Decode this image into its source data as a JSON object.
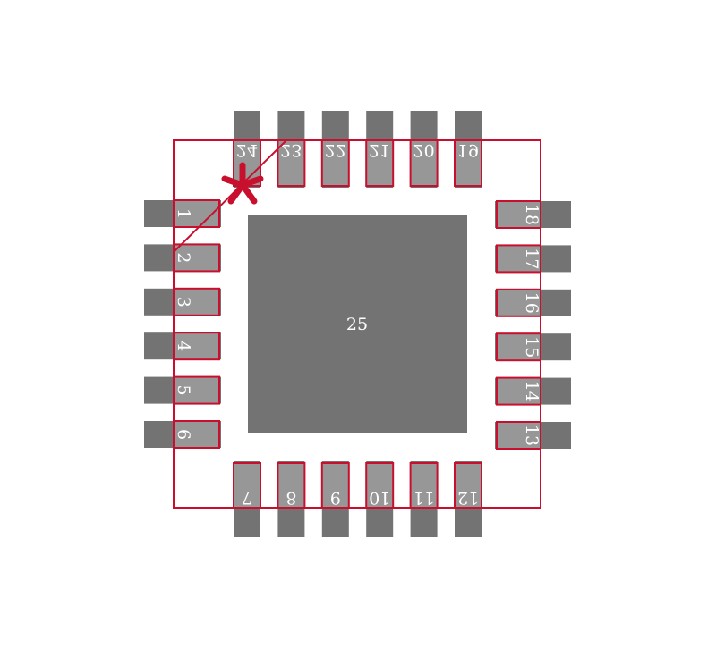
{
  "footprint": {
    "colors": {
      "pad": "#737373",
      "pad_inner": "#979797",
      "outline": "#c8102e",
      "label": "#ffffff"
    },
    "pins": {
      "left": [
        "1",
        "2",
        "3",
        "4",
        "5",
        "6"
      ],
      "bottom": [
        "7",
        "8",
        "9",
        "10",
        "11",
        "12"
      ],
      "right": [
        "13",
        "14",
        "15",
        "16",
        "17",
        "18"
      ],
      "top": [
        "19",
        "20",
        "21",
        "22",
        "23",
        "24"
      ]
    },
    "thermal_pad": "25",
    "pin1_marker_icon": "asterisk"
  }
}
